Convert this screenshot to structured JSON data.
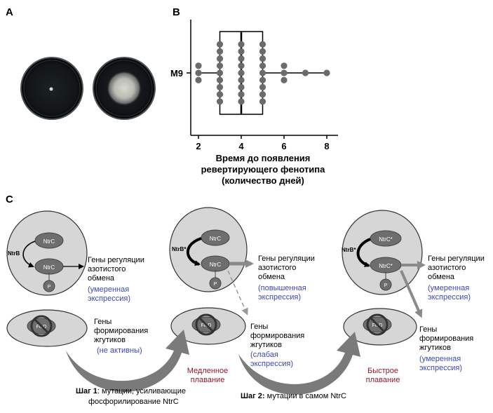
{
  "panel_a": {
    "label": "A"
  },
  "panel_b": {
    "label": "B",
    "row_label": "M9",
    "x_ticks": [
      "2",
      "4",
      "6",
      "8"
    ],
    "xlabel_lines": [
      "Время до появления",
      "ревертирующего фенотипа",
      "(количество дней)"
    ]
  },
  "chart_data": {
    "type": "scatter",
    "title": "",
    "xlabel": "Время до появления ревертирующего фенотипа (количество дней)",
    "ylabel": "",
    "xlim": [
      1.5,
      8.5
    ],
    "categories": [
      "M9"
    ],
    "x_ticks": [
      2,
      4,
      6,
      8
    ],
    "points": [
      {
        "x": 2,
        "count": 3
      },
      {
        "x": 3,
        "count": 9
      },
      {
        "x": 4,
        "count": 9
      },
      {
        "x": 5,
        "count": 9
      },
      {
        "x": 6,
        "count": 3
      },
      {
        "x": 7,
        "count": 1
      },
      {
        "x": 8,
        "count": 1
      }
    ],
    "box": {
      "whisker_low": 2,
      "q1": 3,
      "median": 4,
      "q3": 5,
      "whisker_high": 8
    },
    "grid": false,
    "legend": "none"
  },
  "panel_c": {
    "label": "C",
    "cells": [
      {
        "kinase": "NtrB",
        "ntrc_top": "NtrC",
        "ntrc_bottom": "NtrC",
        "phosphate": "P",
        "flhdc": "FlhD",
        "nitrogen_genes": [
          "Гены регуляции",
          "азотистого",
          "обмена"
        ],
        "nitrogen_expr": [
          "(умеренная",
          "экспрессия)"
        ],
        "flagella_genes": [
          "Гены",
          "формирования",
          "жгутиков"
        ],
        "flagella_expr": [
          "(не активны)"
        ]
      },
      {
        "kinase": "NtrB*",
        "ntrc_top": "NtrC",
        "ntrc_bottom": "NtrC",
        "phosphate": "P",
        "flhdc": "FlhD",
        "nitrogen_genes": [
          "Гены регуляции",
          "азотистого",
          "обмена"
        ],
        "nitrogen_expr": [
          "(повышенная",
          "экспрессия)"
        ],
        "flagella_genes": [
          "Гены",
          "формирования",
          "жгутиков"
        ],
        "flagella_expr": [
          "(слабая",
          "экспрессия)"
        ],
        "swim": [
          "Медленное",
          "плавание"
        ]
      },
      {
        "kinase": "NtrB*",
        "ntrc_top": "NtrC*",
        "ntrc_bottom": "NtrC*",
        "phosphate": "P",
        "flhdc": "FlhD",
        "nitrogen_genes": [
          "Гены регуляции",
          "азотистого",
          "обмена"
        ],
        "nitrogen_expr": [
          "(умеренная",
          "экспрессия)"
        ],
        "flagella_genes": [
          "Гены",
          "формирования",
          "жгутиков"
        ],
        "flagella_expr": [
          "(умеренная",
          "экспрессия)"
        ],
        "swim": [
          "Быстрое",
          "плавание"
        ]
      }
    ],
    "step1": {
      "bold": "Шаг 1",
      "rest_line1": ": мутации, усиливающие",
      "line2": "фосфорилирование NtrC"
    },
    "step2": {
      "bold": "Шаг 2:",
      "rest": " мутации в самом NtrC"
    }
  }
}
